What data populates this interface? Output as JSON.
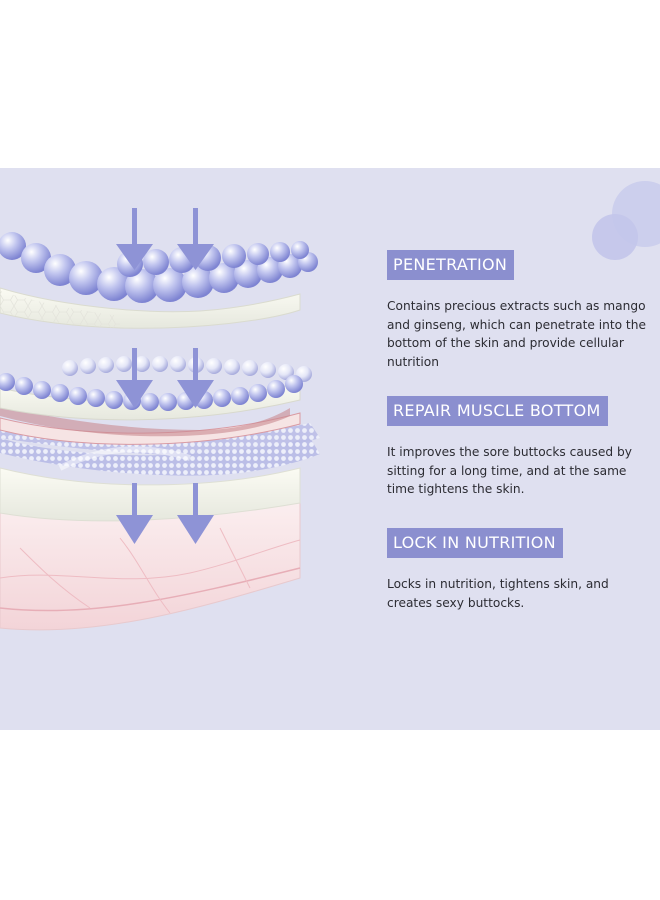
{
  "sections": {
    "penetration": {
      "title": "PENETRATION",
      "description": "Contains precious extracts such as mango and ginseng, which can penetrate into the bottom of the skin and provide cellular nutrition"
    },
    "repair": {
      "title": "REPAIR MUSCLE BOTTOM",
      "description": "It improves the sore buttocks caused by sitting for a long time, and at the same time tightens the skin."
    },
    "lock": {
      "title": "LOCK IN NUTRITION",
      "description": "Locks in nutrition, tightens skin, and creates sexy buttocks."
    }
  },
  "colors": {
    "panel_background": "#dfe0f0",
    "title_background": "#8b8fcf",
    "title_text": "#ffffff",
    "arrow": "#8e93d6",
    "body_text": "#2c2c33"
  },
  "icons": {
    "arrows": "down-arrow-icon",
    "illustration": "skin-layers-illustration"
  }
}
